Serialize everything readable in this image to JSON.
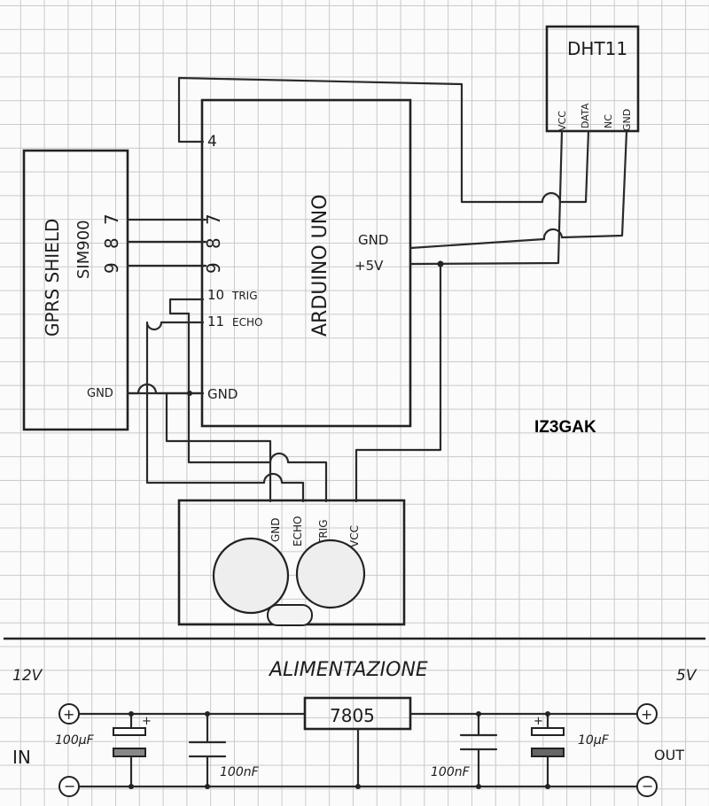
{
  "callsign": "IZ3GAK",
  "dht": {
    "title": "DHT11",
    "pins": [
      "VCC",
      "DATA",
      "NC",
      "GND"
    ]
  },
  "gprs": {
    "title": "GPRS SHIELD",
    "subtitle": "SIM900",
    "pins": [
      "7",
      "8",
      "9"
    ],
    "gnd": "GND"
  },
  "arduino": {
    "title": "ARDUINO UNO",
    "pin4": "4",
    "pins": [
      "7",
      "8",
      "9"
    ],
    "trig_num": "10",
    "trig": "TRIG",
    "echo_num": "11",
    "echo": "ECHO",
    "gnd_left": "GND",
    "gnd_right": "GND",
    "vcc": "+5V"
  },
  "sensor": {
    "pins": [
      "GND",
      "ECHO",
      "TRIG",
      "VCC"
    ]
  },
  "power": {
    "title": "ALIMENTAZIONE",
    "vin": "12V",
    "vout": "5V",
    "in": "IN",
    "out": "OUT",
    "plus": "+",
    "minus": "−",
    "regulator": "7805",
    "c1": "100μF",
    "c2": "100nF",
    "c3": "100nF",
    "c4": "10μF"
  }
}
